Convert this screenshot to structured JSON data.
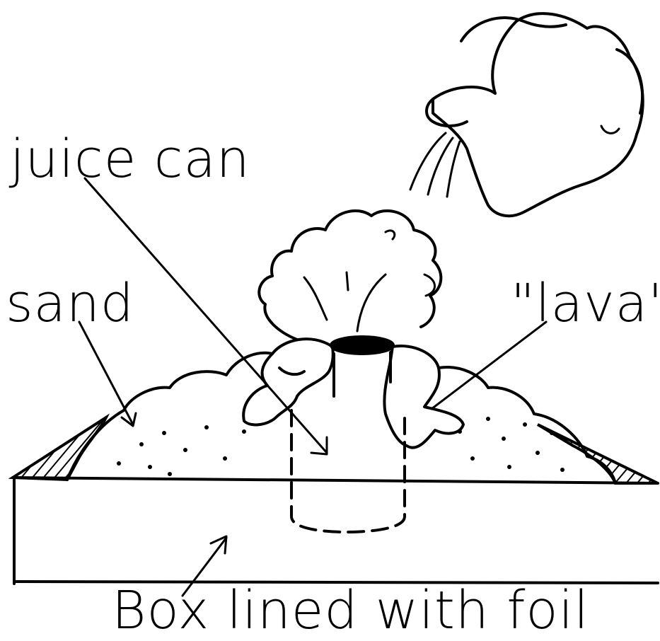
{
  "labels": {
    "juice_can": "juice can",
    "sand": "sand",
    "lava": "\"lava\"",
    "box": "Box lined with foil"
  },
  "colors": {
    "ink": "#000000",
    "paper": "#ffffff"
  }
}
